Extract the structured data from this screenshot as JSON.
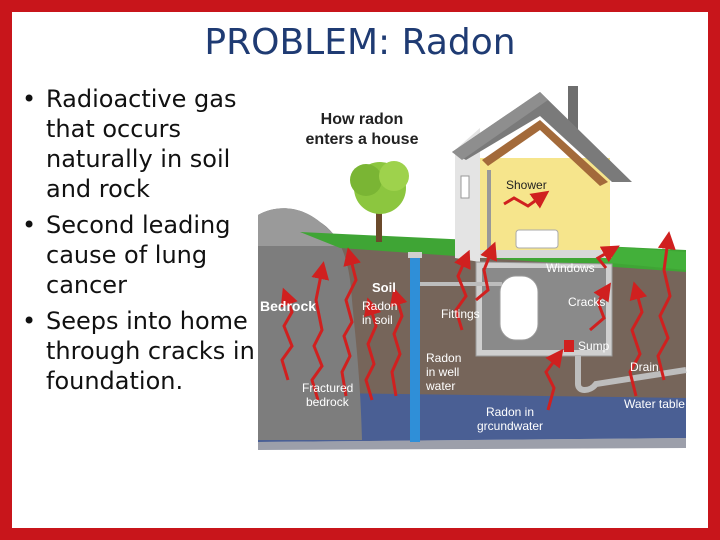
{
  "slide": {
    "title": "PROBLEM: Radon",
    "bullets": [
      "Radioactive gas that occurs naturally in soil and rock",
      "Second leading cause of  lung cancer",
      "Seeps into home through cracks in foundation."
    ],
    "bullet_glyph": "•"
  },
  "diagram": {
    "heading_line1": "How radon",
    "heading_line2": "enters a house",
    "labels": {
      "bedrock": "Bedrock",
      "soil": "Soil",
      "radon_in_soil_1": "Radon",
      "radon_in_soil_2": "in soil",
      "fittings": "Fittings",
      "radon_in_well_1": "Radon",
      "radon_in_well_2": "in well",
      "radon_in_well_3": "water",
      "fractured_1": "Fractured",
      "fractured_2": "bedrock",
      "radon_groundwater_1": "Radon in",
      "radon_groundwater_2": "grcundwater",
      "shower": "Shower",
      "windows": "Windows",
      "cracks": "Cracks",
      "sump": "Sump",
      "drain": "Drain",
      "water_table": "Water table"
    },
    "colors": {
      "frame_red": "#c8151b",
      "title_blue": "#1f3b73",
      "grass": "#3fa535",
      "soil": "#76655a",
      "water": "#4a5f94",
      "bedrock": "#7d7d7d",
      "arrow_red": "#d0201f",
      "interior": "#f6e58c"
    }
  }
}
